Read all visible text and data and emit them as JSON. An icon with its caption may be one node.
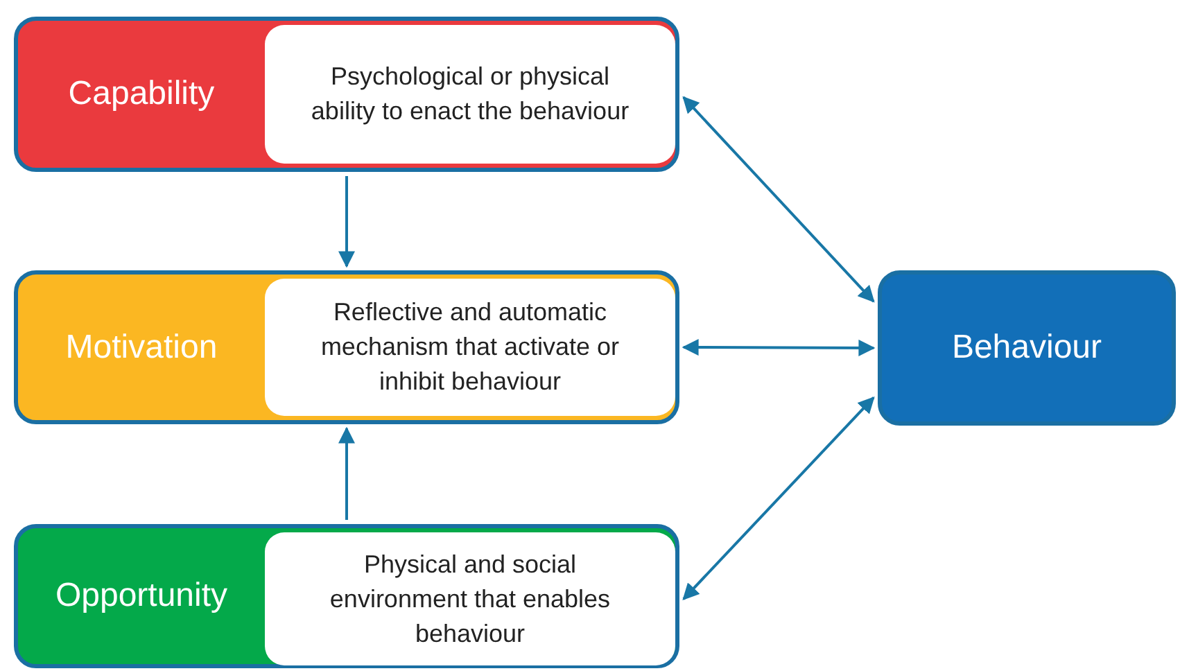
{
  "diagram": {
    "nodes": [
      {
        "text": [
          "Capability"
        ]
      },
      {
        "text": [
          "Psychological or physical ability to enact the behaviour"
        ],
        "in": 0
      },
      {
        "text": [
          "Motivation"
        ]
      },
      {
        "text": [
          "Reflective and automatic mechanism that activate or inhibit behaviour"
        ],
        "in": 2
      },
      {
        "text": [
          "Opportunity"
        ]
      },
      {
        "text": [
          "Physical and social environment that enables behaviour"
        ],
        "in": 4
      },
      {
        "text": [
          "Behaviour"
        ]
      }
    ],
    "edges": [
      {
        "from": 0,
        "to": 2,
        "arrow": "to"
      },
      {
        "from": 4,
        "to": 2,
        "arrow": "to"
      },
      {
        "from": 0,
        "to": 6,
        "arrow": "both"
      },
      {
        "from": 2,
        "to": 6,
        "arrow": "both"
      },
      {
        "from": 4,
        "to": 6,
        "arrow": "both"
      }
    ]
  }
}
